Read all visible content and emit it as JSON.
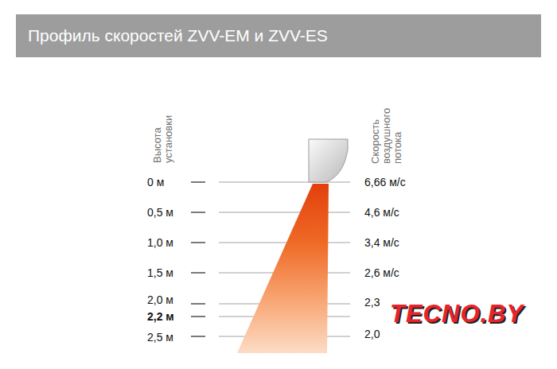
{
  "diagram": {
    "title": "Профиль скоростей ZVV-EM и ZVV-ES",
    "labels": [
      "Высота установки",
      "Скорость воздушного потока",
      "0 м",
      "0,5 м",
      "1,0 м",
      "1,5 м",
      "2,0 м",
      "2,2 м",
      "2,5 м",
      "6,66 м/с",
      "4,6 м/с",
      "3,4 м/с",
      "2,6 м/с",
      "2,3",
      "2,0",
      "TECNO.BY"
    ]
  }
}
